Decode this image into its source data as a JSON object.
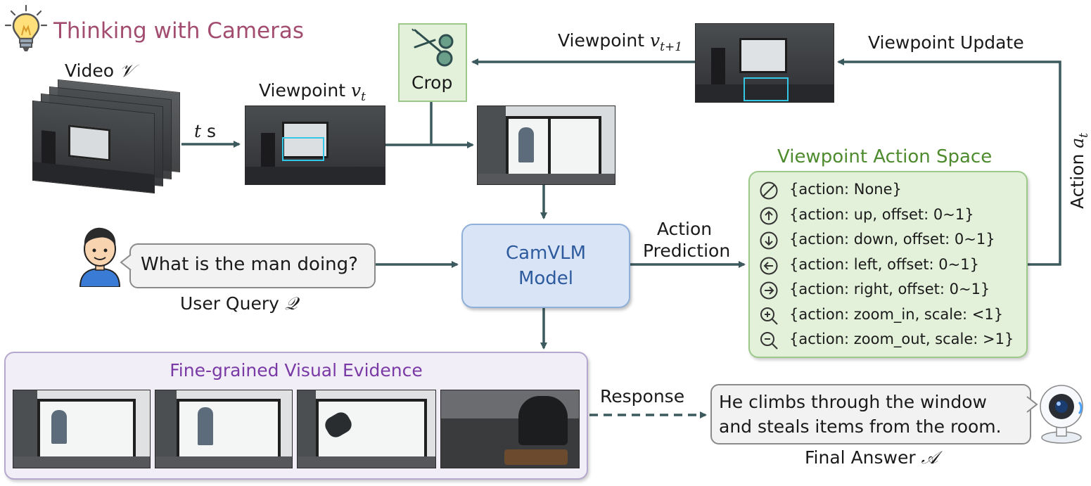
{
  "header": {
    "title": "Thinking with Cameras"
  },
  "labels": {
    "video": "Video",
    "video_sym": "𝒱",
    "t_s": "s",
    "t_sym": "t",
    "viewpoint_t": "Viewpoint",
    "v_t_sym": "v",
    "v_t_sub": "t",
    "viewpoint_t1": "Viewpoint",
    "v_t1_sym": "v",
    "v_t1_sub": "t+1",
    "crop": "Crop",
    "viewpoint_update": "Viewpoint Update",
    "action_at": "Action",
    "a_sym": "a",
    "a_sub": "t",
    "model": "CamVLM\nModel",
    "action_prediction": "Action\nPrediction",
    "user_query_label": "User Query",
    "q_sym": "𝒬",
    "response": "Response",
    "final_answer_label": "Final Answer",
    "a_final_sym": "𝒜"
  },
  "query": {
    "text": "What is the man doing?"
  },
  "answer": {
    "text": "He climbs through the window\nand steals items from the room."
  },
  "action_space": {
    "title": "Viewpoint Action Space",
    "items": [
      {
        "icon": "none-icon",
        "text": "{action: None}"
      },
      {
        "icon": "arrow-up-icon",
        "text": "{action: up, offset: 0~1}"
      },
      {
        "icon": "arrow-down-icon",
        "text": "{action: down, offset: 0~1}"
      },
      {
        "icon": "arrow-left-icon",
        "text": "{action: left, offset: 0~1}"
      },
      {
        "icon": "arrow-right-icon",
        "text": "{action: right, offset: 0~1}"
      },
      {
        "icon": "zoom-in-icon",
        "text": "{action: zoom_in, scale: <1}"
      },
      {
        "icon": "zoom-out-icon",
        "text": "{action: zoom_out, scale: >1}"
      }
    ]
  },
  "evidence": {
    "title": "Fine-grained Visual Evidence"
  },
  "colors": {
    "title": "#a24d6f",
    "arrow": "#3c5a5e",
    "model_fill": "#d9e5f6",
    "model_border": "#8fb0da",
    "model_text": "#2e5a9e",
    "action_fill": "#e3f0da",
    "action_border": "#9cc98a",
    "action_title": "#4e8b2e",
    "crop_fill": "#e3f0da",
    "evidence_fill": "#f1eef7",
    "evidence_border": "#b6a7cf",
    "evidence_title": "#7a3aa6",
    "bubble_fill": "#f2f2f2",
    "bubble_border": "#8a8a8a",
    "highlight_box": "#35c7e6"
  }
}
